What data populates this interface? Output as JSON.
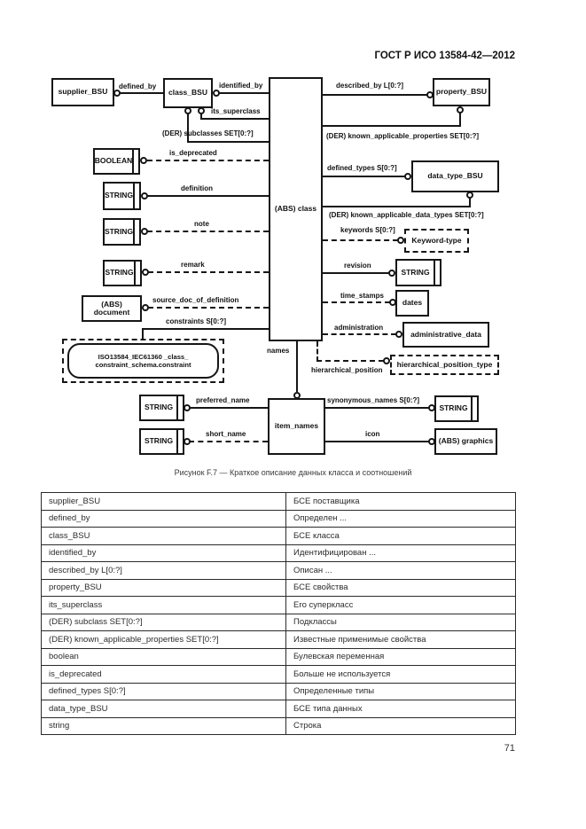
{
  "header": {
    "title": "ГОСТ Р ИСО 13584-42—2012"
  },
  "footer": {
    "page_number": "71"
  },
  "figure": {
    "caption": "Рисунок F.7 — Краткое описание данных класса и соотношений"
  },
  "diagram": {
    "nodes": {
      "supplier_bsu": "supplier_BSU",
      "class_bsu": "class_BSU",
      "property_bsu": "property_BSU",
      "abs_class": "(ABS) class",
      "boolean": "BOOLEAN",
      "string_definition": "STRING",
      "string_note": "STRING",
      "string_remark": "STRING",
      "abs_document": "(ABS) document",
      "constraint_line1": "ISO13584_IEC61360 _class_",
      "constraint_line2": "constraint_schema.constraint",
      "data_type_bsu": "data_type_BSU",
      "keyword_type": "Keyword-type",
      "string_revision": "STRING",
      "dates": "dates",
      "administrative_data": "administrative_data",
      "hierarchical_position_type": "hierarchical_position_type",
      "item_names": "item_names",
      "string_preferred": "STRING",
      "string_short": "STRING",
      "string_synonymous": "STRING",
      "abs_graphics": "(ABS) graphics"
    },
    "relations": {
      "defined_by": "defined_by",
      "identified_by": "identified_by",
      "described_by": "described_by L[0:?]",
      "its_superclass": "its_superclass",
      "der_subclasses": "(DER) subclasses SET[0:?]",
      "der_known_applicable_properties": "(DER) known_applicable_properties SET[0:?]",
      "is_deprecated": "is_deprecated",
      "definition": "definition",
      "note": "note",
      "remark": "remark",
      "source_doc_of_definition": "source_doc_of_definition",
      "constraints": "constraints S[0:?]",
      "defined_types": "defined_types S[0:?]",
      "der_known_applicable_data_types": "(DER) known_applicable_data_types SET[0:?]",
      "keywords": "keywords S[0:?]",
      "revision": "revision",
      "time_stamps": "time_stamps",
      "administration": "administration",
      "hierarchical_position": "hierarchical_position",
      "names": "names",
      "preferred_name": "preferred_name",
      "short_name": "short_name",
      "synonymous_names": "synonymous_names S[0:?]",
      "icon": "icon"
    }
  },
  "table": {
    "rows": [
      {
        "term": "supplier_BSU",
        "desc": "БСЕ поставщика"
      },
      {
        "term": "defined_by",
        "desc": "Определен ..."
      },
      {
        "term": "class_BSU",
        "desc": "БСЕ класса"
      },
      {
        "term": "identified_by",
        "desc": "Идентифицирован ..."
      },
      {
        "term": "described_by L[0:?]",
        "desc": "Описан ..."
      },
      {
        "term": "property_BSU",
        "desc": "БСЕ свойства"
      },
      {
        "term": "its_superclass",
        "desc": "Его суперкласс"
      },
      {
        "term": "(DER) subclass SET[0:?]",
        "desc": "Подклассы"
      },
      {
        "term": "(DER) known_applicable_properties SET[0:?]",
        "desc": "Известные применимые свойства"
      },
      {
        "term": "boolean",
        "desc": "Булевская переменная"
      },
      {
        "term": "is_deprecated",
        "desc": "Больше не используется"
      },
      {
        "term": "defined_types S[0:?]",
        "desc": "Определенные типы"
      },
      {
        "term": "data_type_BSU",
        "desc": "БСЕ типа данных"
      },
      {
        "term": "string",
        "desc": "Строка"
      }
    ]
  }
}
